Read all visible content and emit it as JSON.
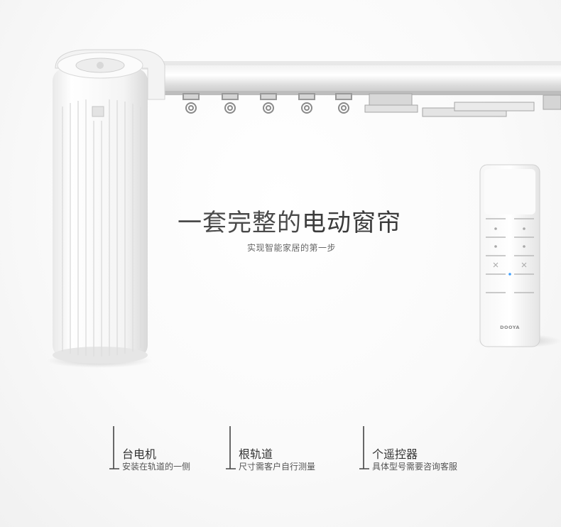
{
  "headline": {
    "part1": "一套完整的",
    "part2": "电动窗帘"
  },
  "subheadline": "实现智能家居的第一步",
  "remote": {
    "brand": "DOOYA"
  },
  "items": [
    {
      "title": "台电机",
      "desc": "安装在轨道的一侧"
    },
    {
      "title": "根轨道",
      "desc": "尺寸需客户自行测量"
    },
    {
      "title": "个遥控器",
      "desc": "具体型号需要咨询客服"
    }
  ],
  "colors": {
    "text_dark": "#3b3b3b",
    "text_light": "#666666",
    "accent_led": "#3fa0ff"
  }
}
